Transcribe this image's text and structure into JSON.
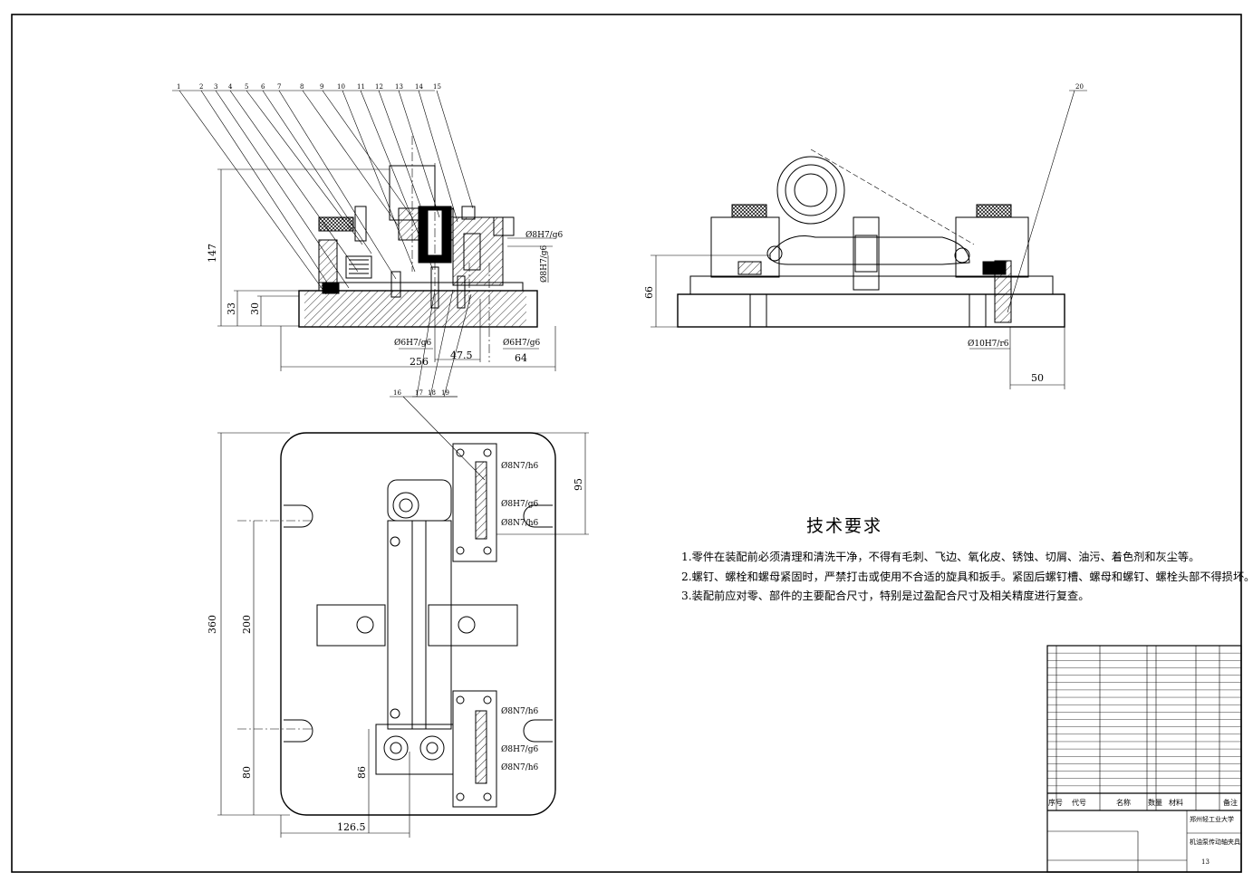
{
  "dimensions": {
    "d147": "147",
    "d33": "33",
    "d30": "30",
    "d256": "256",
    "d47_5": "47.5",
    "d64": "64",
    "d66": "66",
    "d50": "50",
    "d360": "360",
    "d200": "200",
    "d80": "80",
    "d86": "86",
    "d126_5": "126.5",
    "d95": "95",
    "fit_h7g6": "Ø8H7/g6",
    "fit_h7n6": "Ø8N7/h6",
    "fit_h7g6_6": "Ø6H7/g6",
    "fit_10": "Ø10H7/r6"
  },
  "balloons": [
    "1",
    "2",
    "3",
    "4",
    "5",
    "6",
    "7",
    "8",
    "9",
    "10",
    "11",
    "12",
    "13",
    "14",
    "15",
    "16",
    "17",
    "18",
    "19",
    "20"
  ],
  "tech_requirements": {
    "title": "技术要求",
    "items": [
      "1.零件在装配前必须清理和清洗干净，不得有毛刺、飞边、氧化皮、锈蚀、切屑、油污、着色剂和灰尘等。",
      "2.螺钉、螺栓和螺母紧固时，严禁打击或使用不合适的旋具和扳手。紧固后螺钉槽、螺母和螺钉、螺栓头部不得损坏。",
      "3.装配前应对零、部件的主要配合尺寸，特别是过盈配合尺寸及相关精度进行复查。"
    ]
  },
  "title_block": {
    "header": {
      "seq": "序号",
      "code": "代号",
      "name": "名称",
      "qty": "数量",
      "material": "材料",
      "remark": "备注"
    },
    "university": "郑州轻工业大学",
    "drawing_title": "机油泵传动轴夹具",
    "sheet_no": "13"
  },
  "colors": {
    "line": "#000000",
    "background": "#ffffff"
  }
}
